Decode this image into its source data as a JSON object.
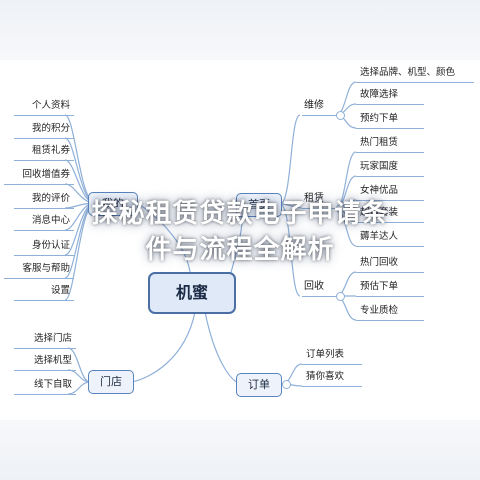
{
  "central": "机蜜",
  "left_top": {
    "label": "我的",
    "items": [
      "个人资料",
      "我的积分",
      "租赁礼券",
      "回收增值券",
      "我的评价",
      "消息中心",
      "身份认证",
      "客服与帮助",
      "设置"
    ]
  },
  "store": {
    "label": "门店",
    "items": [
      "选择门店",
      "选择机型",
      "线下自取"
    ]
  },
  "home": {
    "label": "首页",
    "repair": {
      "label": "维修",
      "items": [
        "选择品牌、机型、颜色",
        "故障选择",
        "预约下单"
      ]
    },
    "rent": {
      "label": "租赁",
      "items": [
        "热门租赁",
        "玩家国度",
        "女神优品",
        "超值套装",
        "薅羊达人"
      ]
    },
    "recycle": {
      "label": "回收",
      "items": [
        "热门回收",
        "预估下单",
        "专业质检"
      ]
    }
  },
  "order": {
    "label": "订单",
    "items": [
      "订单列表",
      "猜你喜欢"
    ]
  },
  "overlay_title": {
    "line1": "探秘租赁贷款电子申请条",
    "line2": "件与流程全解析"
  }
}
